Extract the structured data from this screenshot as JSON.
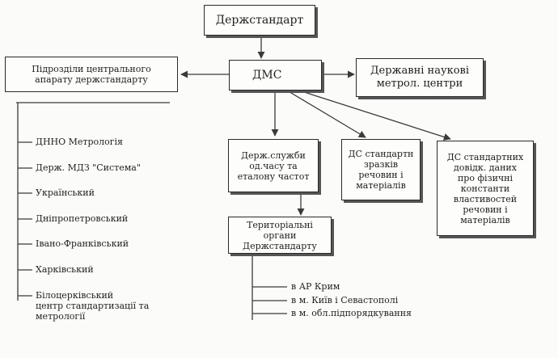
{
  "nodes": {
    "derzhstandart": "Держстандарт",
    "dms": "ДМС",
    "pidrozdily": "Підрозділи центрального\nапарату держстандарту",
    "naukovi_tsentry": "Державні наукові\nметрол. центри",
    "sluzhba_chasu": "Держ.служби\nод.часу та\nеталону частот",
    "ds_zrazkiv": "ДС стандартн\nзразків\nречовин і\nматеріалів",
    "ds_dovidkovykh": "ДС стандартних\nдовідк. даних\nпро фізичні\nконстанти\nвластивостей\nречовин і\nматеріалів",
    "terytorialni": "Територіальні органи\nДержстандарту"
  },
  "left_list": [
    "ДННО Метрологія",
    "Держ. МДЗ \"Система\"",
    "Український",
    "Дніпропетровський",
    "Івано-Франківський",
    "Харківський",
    "Білоцерківський\nцентр стандартизації та\nметрології"
  ],
  "bottom_list": [
    "в АР Крим",
    "в м. Київ і Севастополі",
    "в м. обл.підпорядкування"
  ]
}
